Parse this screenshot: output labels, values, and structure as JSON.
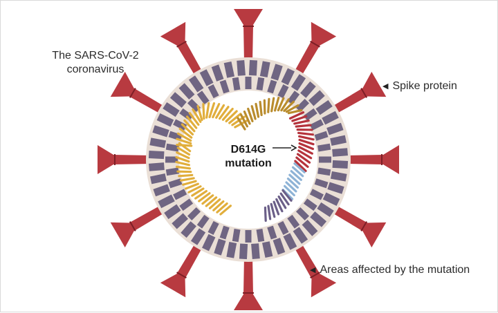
{
  "labels": {
    "virus_name": "The SARS-CoV-2 coronavirus",
    "spike": "Spike protein",
    "mutation_line1": "D614G",
    "mutation_line2": "mutation",
    "areas": "Areas affected by the mutation"
  },
  "icons": {
    "pointer": "left-pointing triangle",
    "arrow": "right arrow"
  },
  "colors": {
    "spike": "#b83a40",
    "spike_dark": "#7d1f26",
    "envelope": "#eadfd6",
    "membrane_bar": "#6f6582",
    "inner": "#ffffff",
    "rna_gold": "#e1ae3c",
    "rna_olive": "#b98c2d",
    "rna_red": "#b5333c",
    "rna_blue": "#8eb3d6",
    "rna_purple": "#6b5f88"
  }
}
